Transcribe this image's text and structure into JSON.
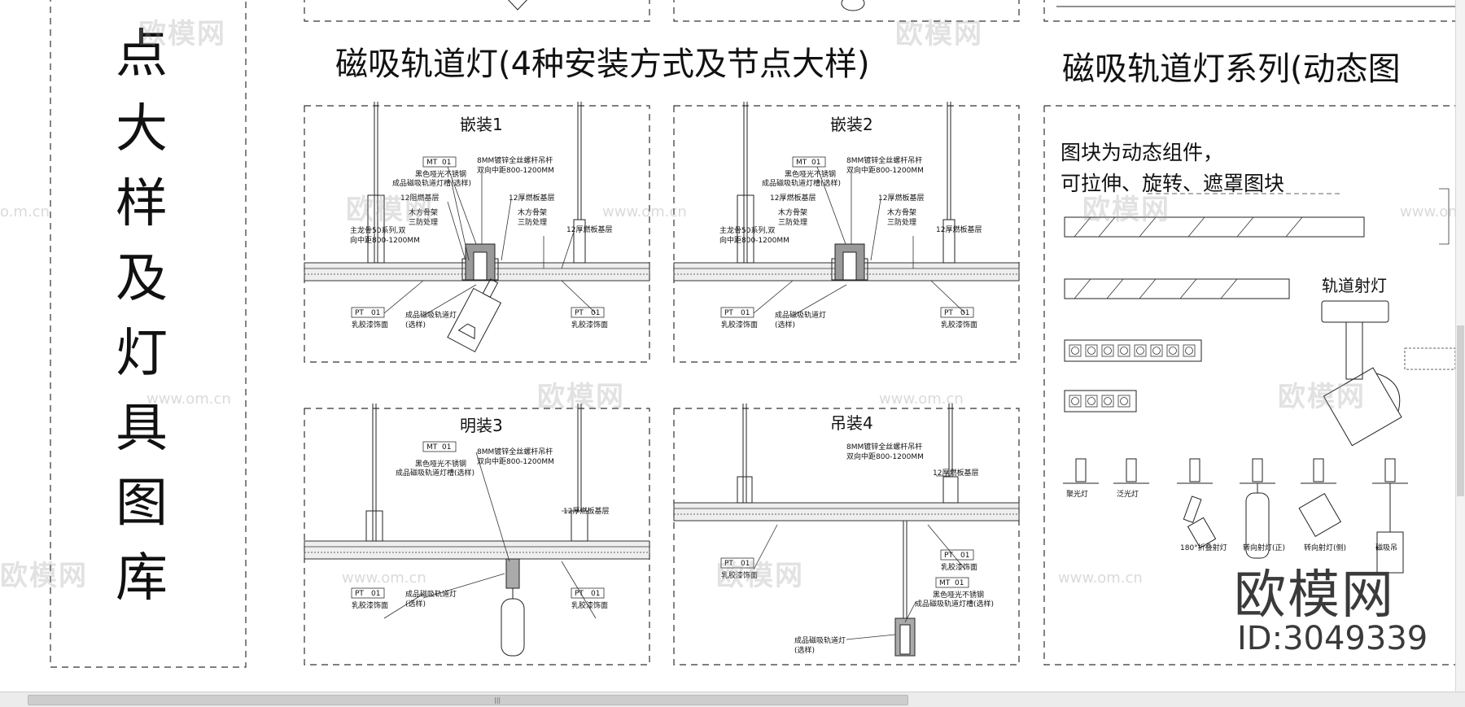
{
  "left_title_chars": [
    "点",
    "大",
    "样",
    "及",
    "灯",
    "具",
    "图",
    "库"
  ],
  "center_title": "磁吸轨道灯(4种安装方式及节点大样)",
  "right_title": "磁吸轨道灯系列(动态图",
  "details": [
    {
      "title": "嵌装1"
    },
    {
      "title": "嵌装2"
    },
    {
      "title": "明装3"
    },
    {
      "title": "吊装4"
    }
  ],
  "labels": {
    "mt": "MT",
    "pt": "PT",
    "code": "01",
    "rod": "8MM镀锌全丝螺杆吊杆",
    "rod_spacing": "双向中距800-1200MM",
    "black_steel": "黑色哑光不锈钢",
    "track_slot": "成品磁吸轨道灯槽(选样)",
    "board_base": "12厚燃板基层",
    "board_base_short": "12阻燃基层",
    "wood_frame": "木方骨架",
    "fireproof": "三防处理",
    "keel": "主龙骨50系列,双",
    "keel_spacing": "向中距800-1200MM",
    "latex": "乳胶漆饰面",
    "track_light": "成品磁吸轨道灯",
    "select": "(选样)"
  },
  "right_panel": {
    "note_line1": "图块为动态组件，",
    "note_line2": "可拉伸、旋转、遮罩图块",
    "spotlight_label": "轨道射灯",
    "fixture_labels": [
      "聚光灯",
      "泛光灯",
      "180°折叠射灯",
      "转向射灯(正)",
      "转向射灯(侧)",
      "磁吸吊"
    ]
  },
  "watermark": {
    "brand": "欧模网",
    "domain": "www.om.cn",
    "domain_short": "o.m.cn"
  },
  "logo": {
    "brand": "欧模网",
    "id": "ID:3049339"
  }
}
